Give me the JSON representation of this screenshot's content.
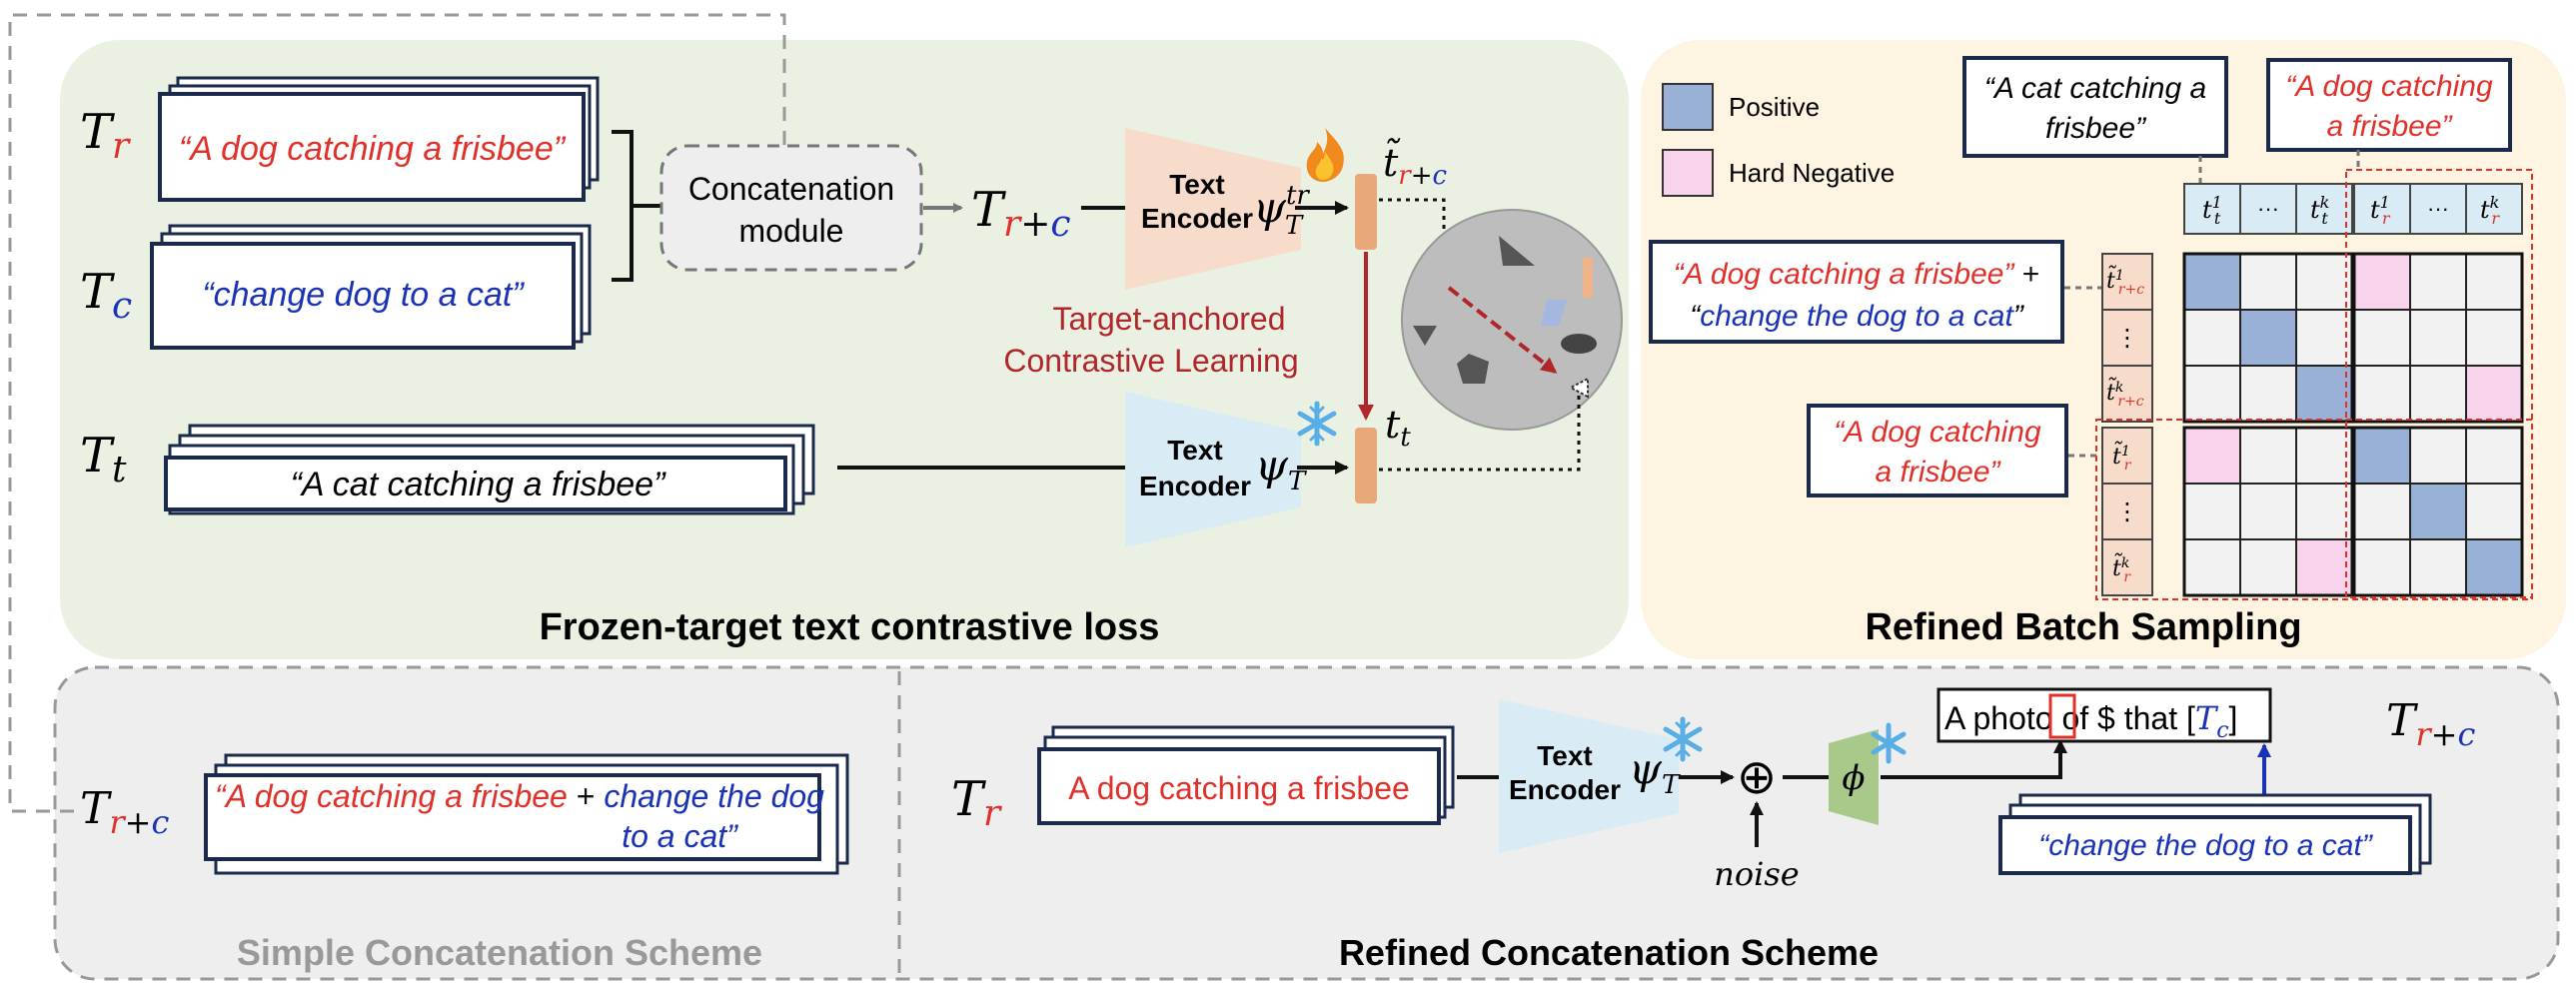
{
  "colors": {
    "red": "#e0302a",
    "blue": "#1a32b4",
    "dark_red": "#b0262a",
    "green_panel": "#eaf1e3",
    "yellow_panel": "#fdf4e2",
    "gray_panel": "#eeeeee",
    "positive": "#99b1d6",
    "hard_negative": "#f7d3ec",
    "trainable_encoder": "#f7dccb",
    "frozen_encoder": "#d9ebf4",
    "mlp": "#a9c98a",
    "embedding": "#e8a877"
  },
  "icons": {
    "flame": "flame-icon",
    "snowflake": "snowflake-icon"
  },
  "top_left": {
    "title": "Frozen-target text contrastive loss",
    "tr_sym": "T",
    "tr_sub": "r",
    "tc_sym": "T",
    "tc_sub": "c",
    "tt_sym": "T",
    "tt_sub": "t",
    "text_r": "“A dog catching a frisbee”",
    "text_c": "“change dog to a cat”",
    "text_t": "“A cat catching a frisbee”",
    "concat_line1": "Concatenation",
    "concat_line2": "module",
    "trc_sym": "T",
    "trc_sub_r": "r",
    "trc_plus": "+",
    "trc_sub_c": "c",
    "encoder_line1": "Text",
    "encoder_line2": "Encoder",
    "psi": "ψ",
    "psi_sup": "tr",
    "psi_sub": "T",
    "psi2_sub": "T",
    "tilde_t": "t̃",
    "tt_out": "t",
    "tt_out_sub": "t",
    "loss_line1": "Target-anchored",
    "loss_line2": "Contrastive Learning"
  },
  "top_right": {
    "title": "Refined Batch Sampling",
    "legend_positive": "Positive",
    "legend_hard_negative": "Hard Negative",
    "box_cat_line1": "“A cat catching a",
    "box_cat_line2": "frisbee”",
    "box_dog_line1": "“A dog catching",
    "box_dog_line2": "a frisbee”",
    "box_combo_line1_red": "“A dog catching a frisbee”",
    "box_combo_line1_plus": " +",
    "box_combo_line2_open": "“",
    "box_combo_line2_blue": "change the dog to a cat",
    "box_combo_line2_close": "”",
    "box_dog2_line1": "“A dog catching",
    "box_dog2_line2": "a frisbee”",
    "col_t": "t",
    "col_sup_1": "1",
    "col_sup_k": "k",
    "col_sub_t": "t",
    "col_sub_r": "r",
    "dots_h": "···",
    "dots_v": "⋮",
    "row_sub_rc": "r+c",
    "row_sub_r": "r"
  },
  "bottom_left": {
    "title": "Simple Concatenation Scheme",
    "trc_sym": "T",
    "trc_sub_r": "r",
    "trc_plus": "+",
    "trc_sub_c": "c",
    "text_red": "“A dog catching a frisbee",
    "text_plus": " + ",
    "text_blue1": "change the dog",
    "text_blue2": "to a cat”"
  },
  "bottom_right": {
    "title": "Refined Concatenation Scheme",
    "tr_sym": "T",
    "tr_sub": "r",
    "text_r": "A dog catching a frisbee",
    "encoder_line1": "Text",
    "encoder_line2": "Encoder",
    "psi": "ψ",
    "psi_sub": "T",
    "oplus": "⊕",
    "noise": "noise",
    "phi": "ϕ",
    "prompt_pre": "A photo of ",
    "prompt_token": "$",
    "prompt_post": " that [",
    "prompt_tc_sym": "T",
    "prompt_tc_sub": "c",
    "prompt_close": "]",
    "text_c": "“change the dog to a cat”",
    "trc_sym": "T",
    "trc_sub_r": "r",
    "trc_plus": "+",
    "trc_sub_c": "c"
  }
}
